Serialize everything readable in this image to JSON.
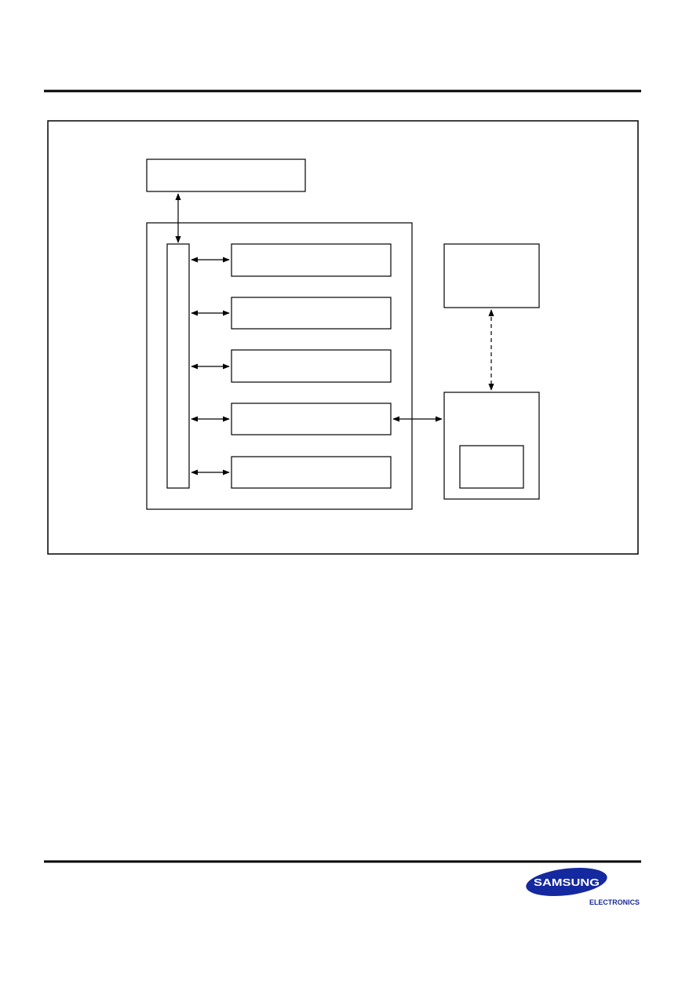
{
  "brand": {
    "logo_text": "SAMSUNG",
    "sub_text": "ELECTRONICS",
    "logo_color": "#1428a0",
    "sub_color": "#1a2a9c"
  },
  "diagram": {
    "line_color": "#000000",
    "blocks": [
      {
        "name": "top-external-block"
      },
      {
        "name": "main-container-block"
      },
      {
        "name": "internal-bus-bar"
      },
      {
        "name": "module-block-1"
      },
      {
        "name": "module-block-2"
      },
      {
        "name": "module-block-3"
      },
      {
        "name": "module-block-4"
      },
      {
        "name": "module-block-5"
      },
      {
        "name": "right-upper-block"
      },
      {
        "name": "right-lower-block"
      },
      {
        "name": "right-lower-inner-block"
      }
    ],
    "connections": [
      {
        "name": "top-to-bus-arrow",
        "style": "solid"
      },
      {
        "name": "bus-to-module-1-arrow",
        "style": "solid"
      },
      {
        "name": "bus-to-module-2-arrow",
        "style": "solid"
      },
      {
        "name": "bus-to-module-3-arrow",
        "style": "solid"
      },
      {
        "name": "bus-to-module-4-arrow",
        "style": "solid"
      },
      {
        "name": "bus-to-module-5-arrow",
        "style": "solid"
      },
      {
        "name": "module-4-to-right-lower-arrow",
        "style": "solid"
      },
      {
        "name": "right-upper-to-lower-arrow",
        "style": "dashed"
      }
    ]
  }
}
